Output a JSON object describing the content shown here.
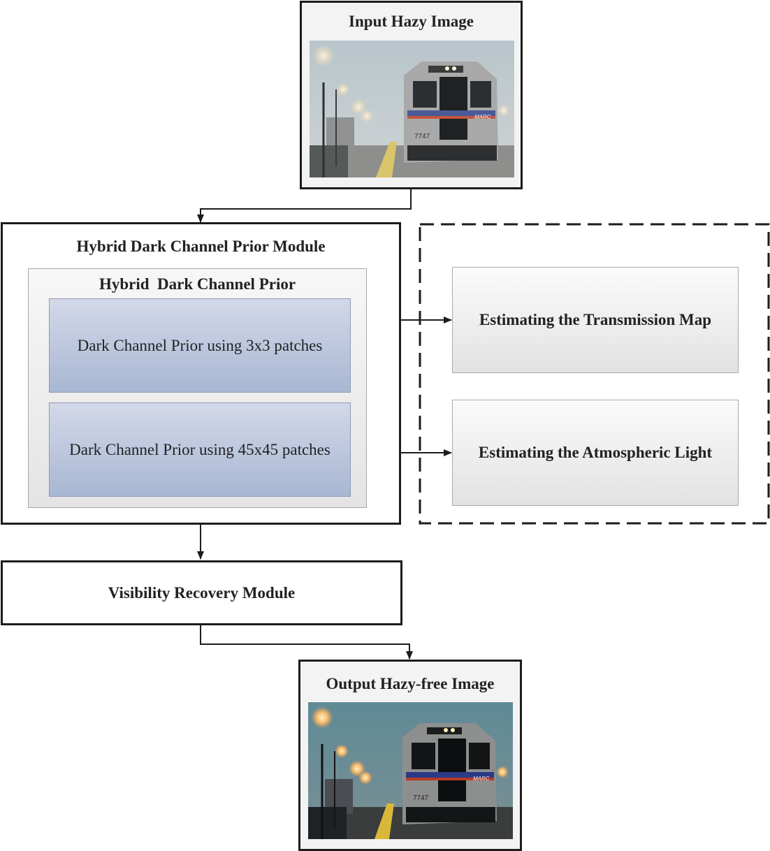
{
  "input_image": {
    "title": "Input Hazy Image",
    "train_number": "7747",
    "train_logo": "MARC"
  },
  "hdcp_module": {
    "title": "Hybrid Dark Channel Prior Module",
    "inner_title": "Hybrid  Dark Channel Prior",
    "box_small": "Dark Channel Prior using 3x3 patches",
    "box_large": "Dark Channel Prior using 45x45 patches"
  },
  "estimation": {
    "transmission": "Estimating the Transmission Map",
    "atmospheric": "Estimating the Atmospheric Light"
  },
  "visibility_module": {
    "title": "Visibility Recovery Module"
  },
  "output_image": {
    "title": "Output Hazy-free Image",
    "train_number": "7747",
    "train_logo": "MARC"
  }
}
